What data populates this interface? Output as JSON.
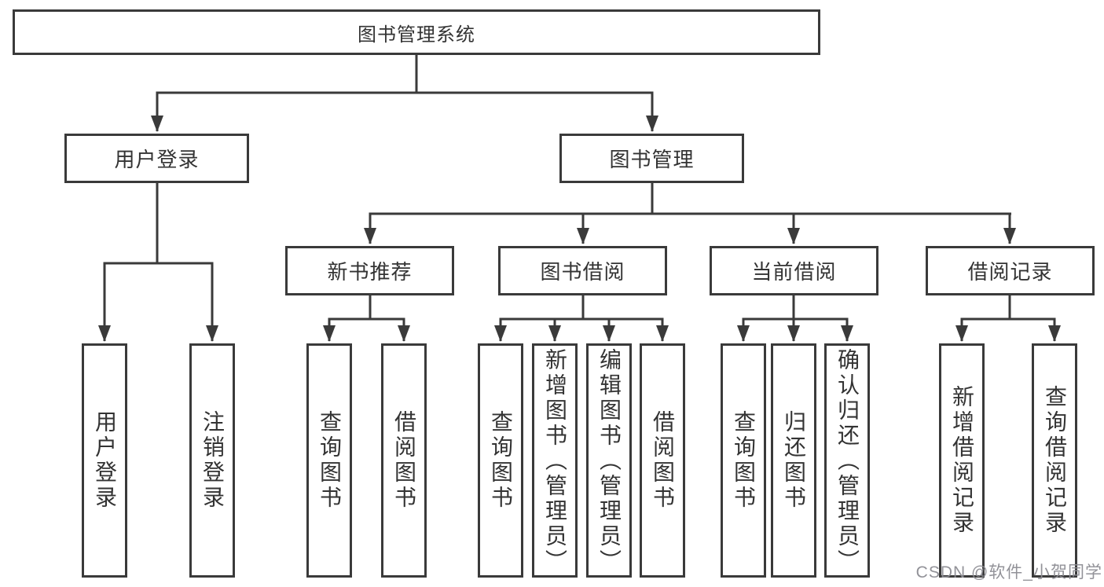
{
  "diagram": {
    "root": {
      "label": "图书管理系统"
    },
    "level2": [
      {
        "label": "用户登录"
      },
      {
        "label": "图书管理"
      }
    ],
    "level3": [
      {
        "label": "新书推荐"
      },
      {
        "label": "图书借阅"
      },
      {
        "label": "当前借阅"
      },
      {
        "label": "借阅记录"
      }
    ],
    "leaves": {
      "user_login": [
        "用户登录",
        "注销登录"
      ],
      "new_books": [
        "查询图书",
        "借阅图书"
      ],
      "book_borrow": [
        "查询图书",
        "新增图书（管理员）",
        "编辑图书（管理员）",
        "借阅图书"
      ],
      "current_borrow": [
        "查询图书",
        "归还图书",
        "确认归还（管理员）"
      ],
      "borrow_records": [
        "新增借阅记录",
        "查询借阅记录"
      ]
    }
  },
  "watermark": "CSDN @软件_小贺同学",
  "colors": {
    "line": "#3a3a3a",
    "text": "#333333",
    "background": "#ffffff",
    "watermark": "#8c8c92"
  }
}
